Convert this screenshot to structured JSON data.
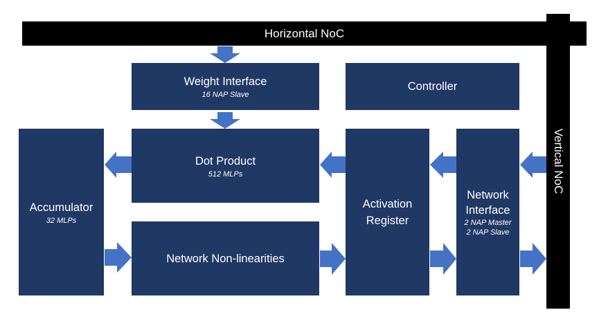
{
  "buses": {
    "horizontal": "Horizontal NoC",
    "vertical": "Vertical NoC"
  },
  "blocks": {
    "weight_interface": {
      "title": "Weight Interface",
      "subtitle": "16 NAP Slave"
    },
    "controller": {
      "title": "Controller"
    },
    "dot_product": {
      "title": "Dot Product",
      "subtitle": "512 MLPs"
    },
    "network_nonlinearities": {
      "title": "Network Non-linearities"
    },
    "accumulator": {
      "title": "Accumulator",
      "subtitle": "32 MLPs"
    },
    "activation_register": {
      "title_line1": "Activation",
      "title_line2": "Register"
    },
    "network_interface": {
      "title_line1": "Network",
      "title_line2": "Interface",
      "subtitle_line1": "2 NAP Master",
      "subtitle_line2": "2 NAP Slave"
    }
  },
  "colors": {
    "block": "#1f3864",
    "arrow": "#4472c4",
    "bus": "#000000"
  }
}
